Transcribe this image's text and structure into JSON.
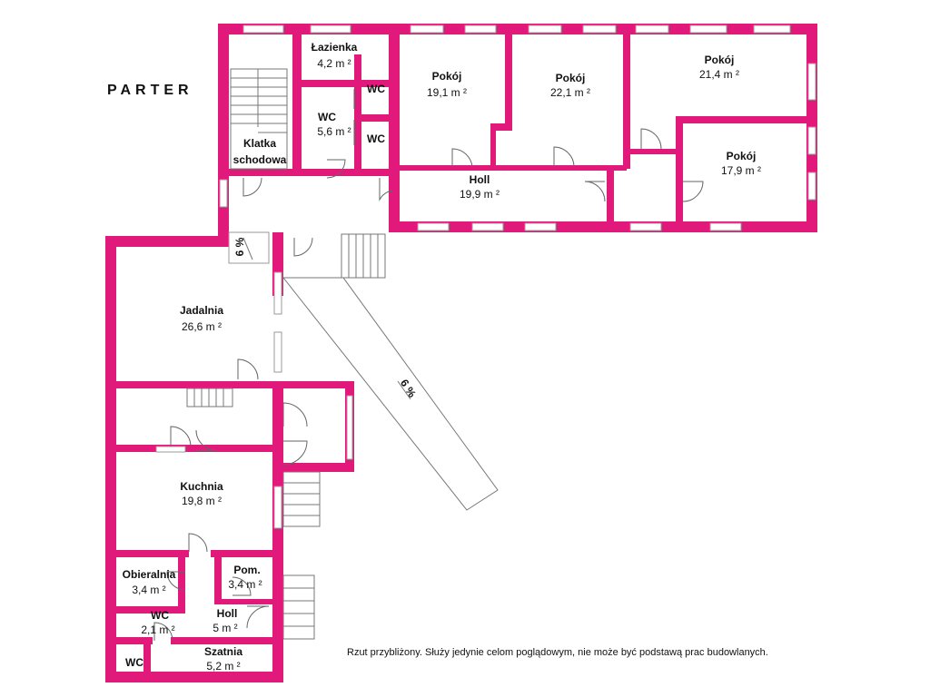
{
  "plan": {
    "title": "PARTER",
    "disclaimer": "Rzut przybliżony. Służy jedynie celom poglądowym, nie może być podstawą prac budowlanych.",
    "slope_label": "6 %",
    "rooms": [
      {
        "id": "lazienka",
        "name": "Łazienka",
        "area": "4,2 m ²"
      },
      {
        "id": "wc-upper",
        "name": "WC",
        "area": "5,6 m ²"
      },
      {
        "id": "wc-small-1",
        "name": "WC",
        "area": ""
      },
      {
        "id": "wc-small-2",
        "name": "WC",
        "area": ""
      },
      {
        "id": "klatka",
        "name": "Klatka",
        "name2": "schodowa",
        "area": ""
      },
      {
        "id": "pokoj-1",
        "name": "Pokój",
        "area": "19,1 m ²"
      },
      {
        "id": "pokoj-2",
        "name": "Pokój",
        "area": "22,1 m ²"
      },
      {
        "id": "pokoj-3",
        "name": "Pokój",
        "area": "21,4 m ²"
      },
      {
        "id": "pokoj-4",
        "name": "Pokój",
        "area": "17,9 m ²"
      },
      {
        "id": "holl-upper",
        "name": "Holl",
        "area": "19,9 m ²"
      },
      {
        "id": "jadalnia",
        "name": "Jadalnia",
        "area": "26,6 m ²"
      },
      {
        "id": "kuchnia",
        "name": "Kuchnia",
        "area": "19,8 m ²"
      },
      {
        "id": "obieralnia",
        "name": "Obieralnia",
        "area": "3,4 m ²"
      },
      {
        "id": "pom",
        "name": "Pom.",
        "area": "3,4 m ²"
      },
      {
        "id": "holl-lower",
        "name": "Holl",
        "area": "5 m ²"
      },
      {
        "id": "wc-lower",
        "name": "WC",
        "area": "2,1 m ²"
      },
      {
        "id": "szatnia",
        "name": "Szatnia",
        "area": "5,2 m ²"
      },
      {
        "id": "wc-corner",
        "name": "WC",
        "area": ""
      }
    ],
    "colors": {
      "wall": "#e0197a",
      "background": "#ffffff"
    }
  }
}
